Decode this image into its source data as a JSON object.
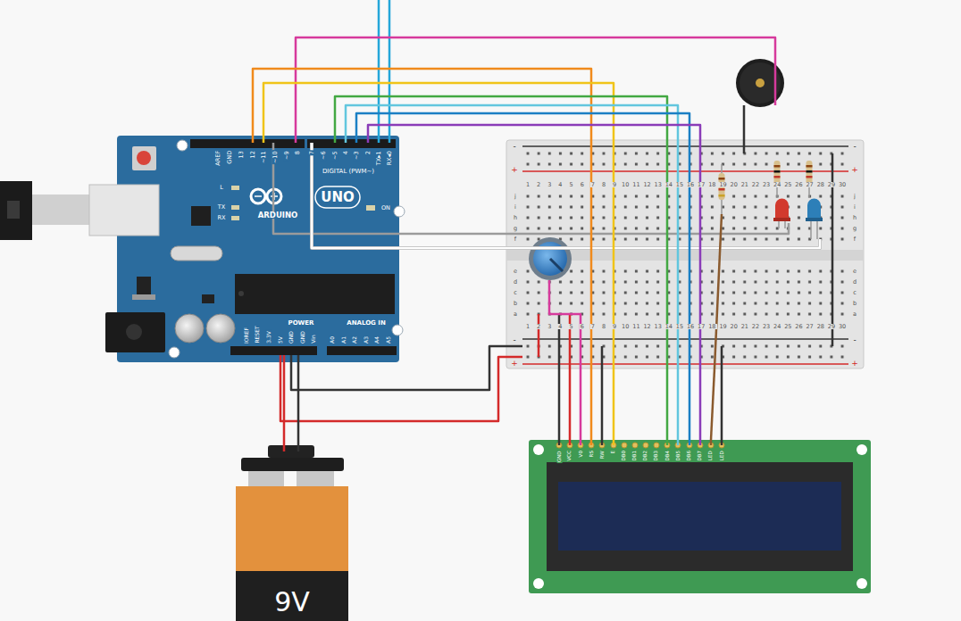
{
  "diagram": {
    "nodes": [
      {
        "text": [
          "AREF",
          "GND",
          "13",
          "12",
          "~11",
          "~10",
          "~9",
          "8",
          "7",
          "~6",
          "~5",
          "4",
          "~3",
          "2",
          "TX▸1",
          "RX◂0",
          "DIGITAL (PWM~)",
          "L",
          "TX",
          "RX",
          "ON",
          "UNO",
          "ARDUINO",
          "POWER",
          "ANALOG IN",
          "IOREF",
          "RESET",
          "3.3V",
          "5V",
          "GND",
          "GND",
          "Vin",
          "A0",
          "A1",
          "A2",
          "A3",
          "A4",
          "A5"
        ]
      },
      {
        "text": [
          "-",
          "+",
          "-",
          "+",
          "1",
          "2",
          "3",
          "4",
          "5",
          "6",
          "7",
          "8",
          "9",
          "10",
          "11",
          "12",
          "13",
          "14",
          "15",
          "16",
          "17",
          "18",
          "19",
          "20",
          "21",
          "22",
          "23",
          "24",
          "25",
          "26",
          "27",
          "28",
          "29",
          "30",
          "j",
          "i",
          "h",
          "g",
          "f",
          "j",
          "i",
          "h",
          "g",
          "f",
          "e",
          "d",
          "c",
          "b",
          "a",
          "e",
          "d",
          "c",
          "b",
          "a",
          "1",
          "2",
          "3",
          "4",
          "5",
          "6",
          "7",
          "8",
          "9",
          "10",
          "11",
          "12",
          "13",
          "14",
          "15",
          "16",
          "17",
          "18",
          "19",
          "20",
          "21",
          "22",
          "23",
          "24",
          "25",
          "26",
          "27",
          "28",
          "29",
          "30",
          "-",
          "+",
          "-",
          "+"
        ]
      },
      {
        "text": [
          "GND",
          "VCC",
          "V0",
          "RS",
          "RW",
          "E",
          "DB0",
          "DB1",
          "DB2",
          "DB3",
          "DB4",
          "DB5",
          "DB6",
          "DB7",
          "LED",
          "LED"
        ]
      },
      {
        "text": [
          "9V"
        ]
      }
    ],
    "edges": [
      {
        "from": 0,
        "to": 2,
        "arrow": "none"
      },
      {
        "from": 0,
        "to": 2,
        "arrow": "none"
      },
      {
        "from": 0,
        "to": 2,
        "arrow": "none"
      },
      {
        "from": 0,
        "to": 2,
        "arrow": "none"
      },
      {
        "from": 0,
        "to": 2,
        "arrow": "none"
      },
      {
        "from": 0,
        "to": 2,
        "arrow": "none"
      },
      {
        "from": 0,
        "to": 1,
        "arrow": "none"
      },
      {
        "from": 0,
        "to": 1,
        "arrow": "none"
      },
      {
        "from": 0,
        "to": 1,
        "arrow": "none"
      },
      {
        "from": 0,
        "to": 1,
        "arrow": "none"
      },
      {
        "from": 3,
        "to": 0,
        "arrow": "none"
      },
      {
        "from": 3,
        "to": 0,
        "arrow": "none"
      },
      {
        "from": 2,
        "to": 1,
        "arrow": "none"
      },
      {
        "from": 2,
        "to": 1,
        "arrow": "none"
      },
      {
        "from": 2,
        "to": 1,
        "arrow": "none"
      },
      {
        "from": 2,
        "to": 1,
        "arrow": "none"
      },
      {
        "from": 2,
        "to": 1,
        "arrow": "none"
      },
      {
        "from": 2,
        "to": 1,
        "arrow": "none"
      }
    ]
  }
}
